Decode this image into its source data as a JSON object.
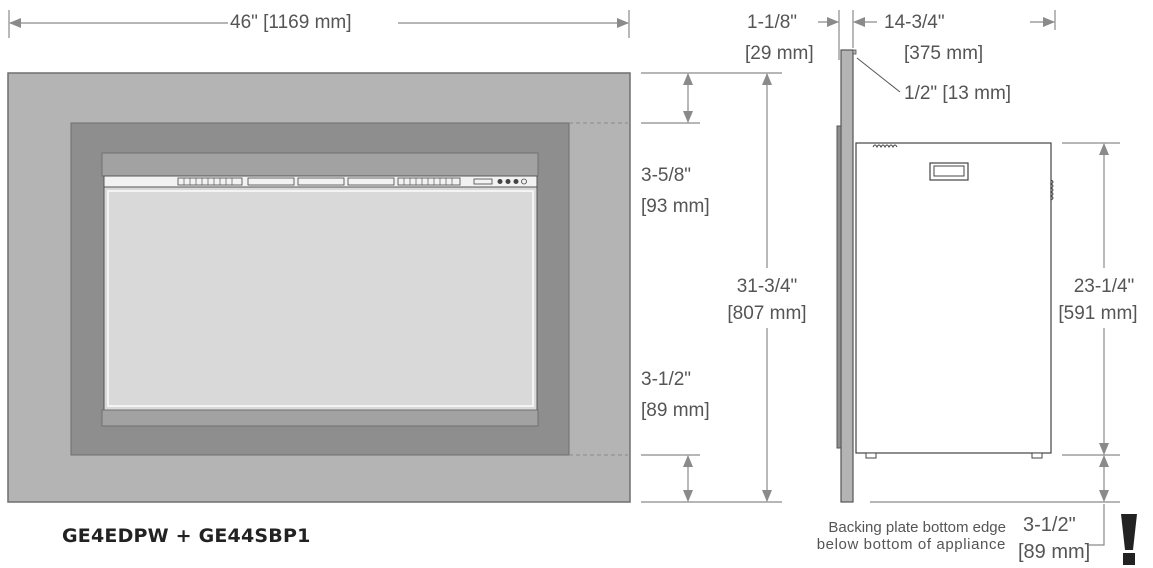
{
  "front_view": {
    "model": "GE4EDPW + GE44SBP1",
    "width": "46\" [1169 mm]",
    "height_in": "31-3/4\"",
    "height_mm": "[807 mm]",
    "top_gap_in": "3-5/8\"",
    "top_gap_mm": "[93 mm]",
    "bottom_gap_in": "3-1/2\"",
    "bottom_gap_mm": "[89 mm]"
  },
  "side_view": {
    "plate_thickness_in": "1-1/8\"",
    "plate_thickness_mm": "[29 mm]",
    "depth_in": "14-3/4\"",
    "depth_mm": "[375 mm]",
    "lip": "1/2\" [13 mm]",
    "body_height_in": "23-1/4\"",
    "body_height_mm": "[591 mm]",
    "plate_drop_in": "3-1/2\"",
    "plate_drop_mm": "[89 mm]",
    "note_line1": "Backing plate bottom edge",
    "note_line2": "below bottom of appliance",
    "warning_icon": "exclamation-icon"
  },
  "colors": {
    "frame_outer": "#b4b4b4",
    "frame_inner": "#8e8e8e",
    "glass": "#d9d9d9",
    "dimension_line": "#8a8a8a"
  }
}
